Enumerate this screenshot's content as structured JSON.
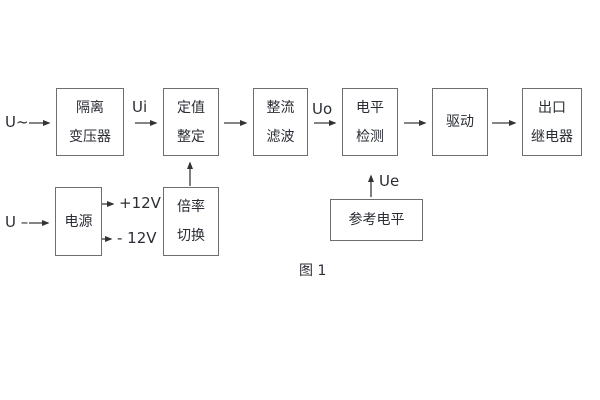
{
  "diagram": {
    "caption": "图 1",
    "blocks": {
      "isolation_transformer": {
        "line1": "隔离",
        "line2": "变压器"
      },
      "setting_adjust": {
        "line1": "定值",
        "line2": "整定"
      },
      "rectifier_filter": {
        "line1": "整流",
        "line2": "滤波"
      },
      "level_detect": {
        "line1": "电平",
        "line2": "检测"
      },
      "driver": {
        "line1": "驱动"
      },
      "output_relay": {
        "line1": "出口",
        "line2": "继电器"
      },
      "power_supply": {
        "line1": "电源"
      },
      "ratio_switch": {
        "line1": "倍率",
        "line2": "切换"
      },
      "reference_level": {
        "line1": "参考电平"
      }
    },
    "signals": {
      "input_ac": "U~",
      "input_dc": "U –",
      "ui": "Ui",
      "uo": "Uo",
      "ue": "Ue",
      "plus12v": "+12V",
      "minus12v": "- 12V"
    },
    "colors": {
      "background": "#ffffff",
      "box_border": "#6e6e6e",
      "line": "#3a3a3a",
      "text": "#2b2d35"
    }
  }
}
